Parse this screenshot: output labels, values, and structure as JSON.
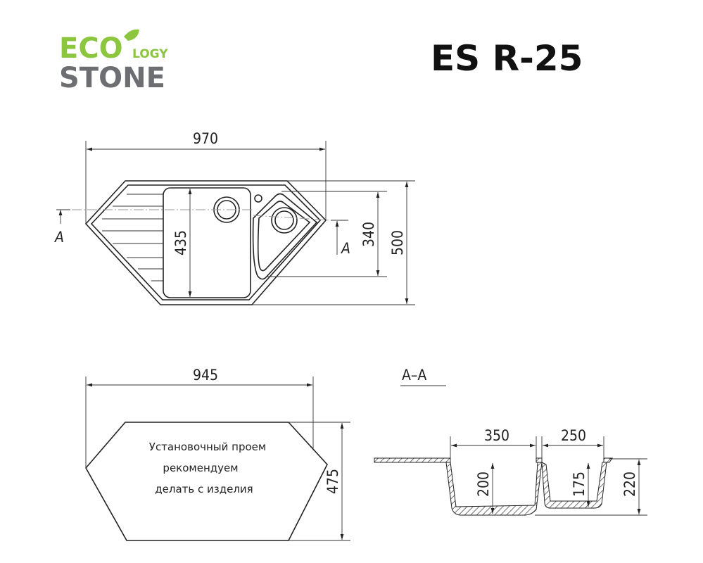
{
  "logo": {
    "eco": "ECO",
    "logy": "LOGY",
    "stone": "STONE",
    "green": "#8cc63f",
    "gray": "#6d6e71"
  },
  "model": "ES R-25",
  "top_view": {
    "width": "970",
    "depth": "500",
    "bowl_length": "435",
    "corner_bowl": "340",
    "section_mark": "A"
  },
  "cutout": {
    "width": "945",
    "depth": "475",
    "note_lines": [
      "Установочный проем",
      "рекомендуем",
      "делать с изделия"
    ]
  },
  "section": {
    "label": "A–A",
    "bowl1_width": "350",
    "bowl2_width": "250",
    "bowl1_depth": "200",
    "bowl2_depth": "175",
    "total_depth": "220"
  }
}
